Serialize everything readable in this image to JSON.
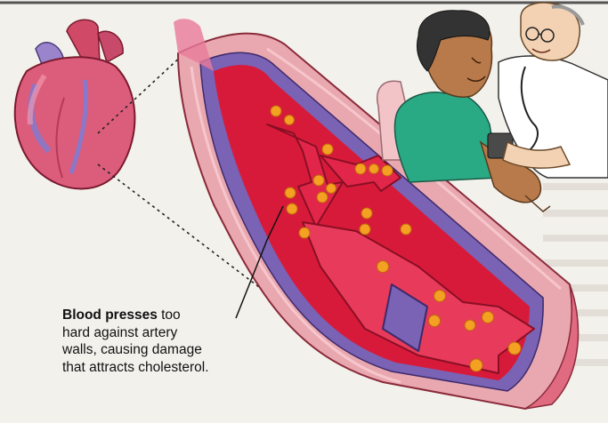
{
  "caption": {
    "bold": "Blood presses",
    "line1_rest": " too",
    "line2": "hard against artery",
    "line3": "walls, causing damage",
    "line4": "that attracts cholesterol."
  },
  "colors": {
    "background": "#f3f1ec",
    "blood": "#d81a3a",
    "arrow": "#e2264a",
    "vessel_wall": "#e8a0a8",
    "inner_lining": "#7a62b4",
    "cholesterol": "#f3a023",
    "heart": "#d85a78",
    "heart_vessels": "#8a78c8",
    "shirt": "#2aa985",
    "skin": "#b87a4a"
  },
  "icons": [
    "heart-illustration",
    "artery-cross-section",
    "doctor-illustration",
    "patient-illustration",
    "stethoscope-icon"
  ]
}
